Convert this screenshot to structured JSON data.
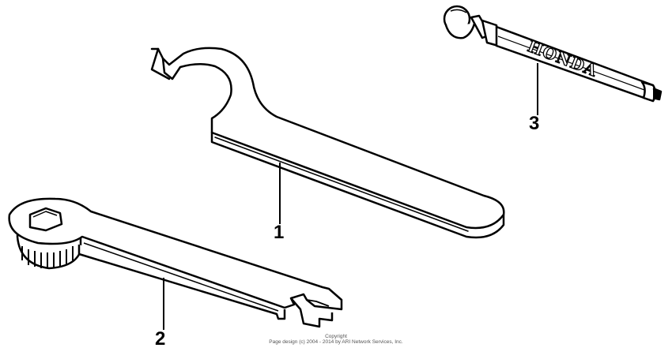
{
  "callouts": {
    "one": "1",
    "two": "2",
    "three": "3"
  },
  "tube_text": "HONDA",
  "copyright": {
    "line1": "Copyright",
    "line2": "Page design (c) 2004 - 2014 by ARI Network Services, Inc."
  }
}
